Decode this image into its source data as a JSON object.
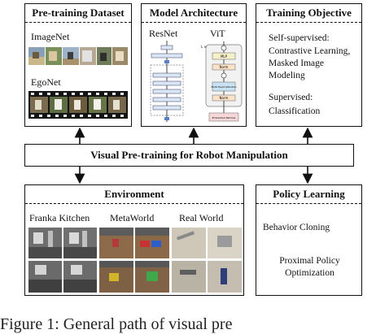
{
  "pretraining": {
    "title": "Pre-training Dataset",
    "datasets": [
      "ImageNet",
      "EgoNet"
    ]
  },
  "architecture": {
    "title": "Model Architecture",
    "models": [
      "ResNet",
      "ViT"
    ],
    "vit_blocks": {
      "repeat": "L ×",
      "mlp": "MLP",
      "norm": "Norm",
      "attention": "Multi-Head Attention",
      "patches": "Embedded Patches"
    }
  },
  "objective": {
    "title": "Training Objective",
    "self_supervised": "Self-supervised:",
    "self_supervised_methods": "Contrastive Learning, Masked Image Modeling",
    "supervised": "Supervised:",
    "supervised_methods": "Classification"
  },
  "center": {
    "label": "Visual Pre-training for Robot Manipulation"
  },
  "environment": {
    "title": "Environment",
    "envs": [
      "Franka Kitchen",
      "MetaWorld",
      "Real World"
    ]
  },
  "policy": {
    "title": "Policy Learning",
    "methods": [
      "Behavior Cloning",
      "Proximal Policy Optimization"
    ]
  },
  "caption": "Figure 1:  General path of visual pre",
  "colors": {
    "line": "#111111",
    "vit_mlp": "#f4f0c8",
    "vit_attention": "#c9e2f3",
    "vit_norm": "#fbe3c9",
    "vit_patches": "#f6d6d6",
    "resnet_block": "#d9e6f5"
  }
}
